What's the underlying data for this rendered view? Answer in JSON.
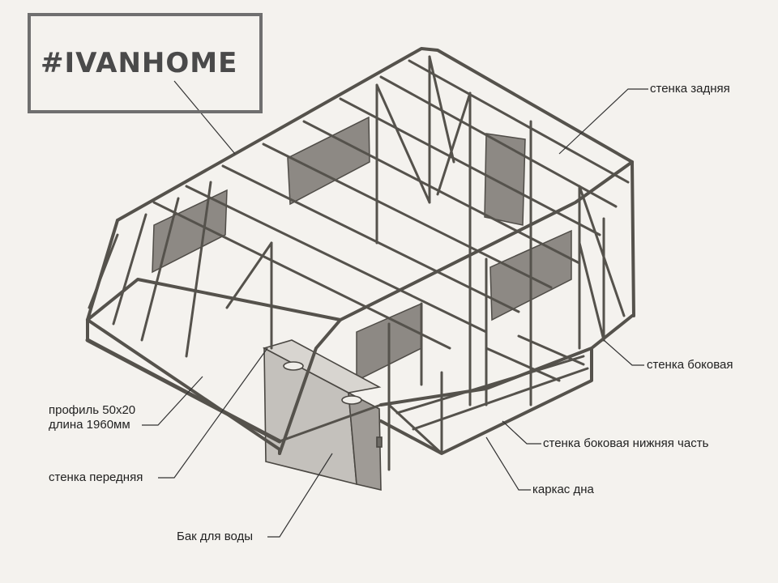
{
  "logo": {
    "text": "#IVANHOME"
  },
  "labels": {
    "rear_wall": "стенка задняя",
    "side_wall": "стенка боковая",
    "side_wall_lower": "стенка боковая нижняя часть",
    "bottom_frame": "каркас дна",
    "water_tank": "Бак для воды",
    "front_wall": "стенка передняя",
    "profile_line1": "профиль 50х20",
    "profile_line2": "длина 1960мм"
  },
  "colors": {
    "background": "#f4f2ee",
    "frame": "#55524c",
    "panel": "#8d8984",
    "tank": "#c9c6c1"
  }
}
